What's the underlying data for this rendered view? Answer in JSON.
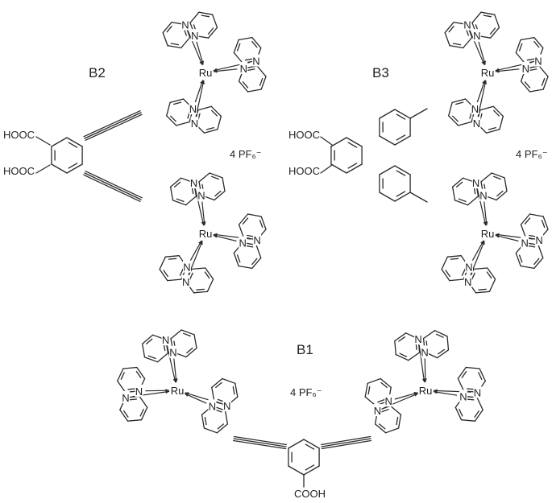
{
  "structures": [
    {
      "label": "B2",
      "salt": "4 PF₆⁻",
      "anchor_group_1": "HOOC",
      "anchor_group_2": "HOOC",
      "linker": "ethynyl"
    },
    {
      "label": "B3",
      "salt": "4 PF₆⁻",
      "anchor_group_1": "HOOC",
      "anchor_group_2": "HOOC",
      "linker": "phenylene"
    },
    {
      "label": "B1",
      "salt": "4 PF₆⁻",
      "anchor_group_1": "COOH",
      "linker": "ethynyl"
    }
  ],
  "atoms": {
    "metal": "Ru",
    "nitrogen": "N"
  },
  "colors": {
    "ink": "#2a2a2a",
    "background": "#ffffff"
  }
}
